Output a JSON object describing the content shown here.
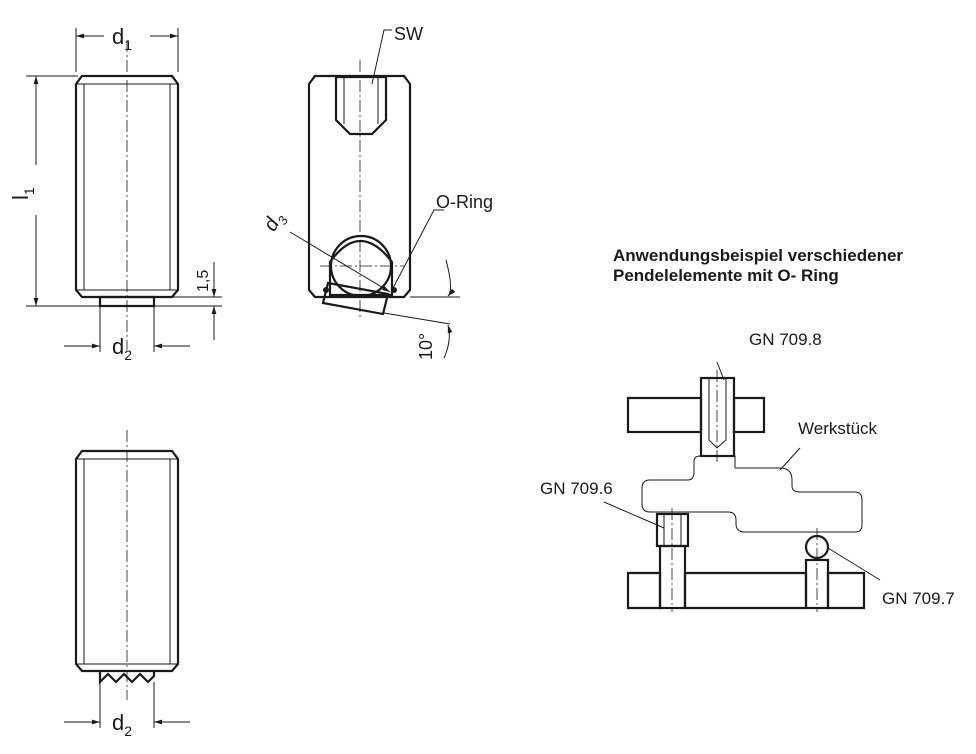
{
  "labels": {
    "d1": "d",
    "d1_sub": "1",
    "l1": "l",
    "l1_sub": "1",
    "d2_top": "d",
    "d2_top_sub": "2",
    "d2_bottom": "d",
    "d2_bottom_sub": "2",
    "dim_1_5": "1,5",
    "sw": "SW",
    "d3": "d",
    "d3_sub": "3",
    "o_ring": "O-Ring",
    "angle_10": "10°"
  },
  "application": {
    "title_line1": "Anwendungsbeispiel verschiedener",
    "title_line2": "Pendelelemente mit O- Ring",
    "gn_709_8": "GN 709.8",
    "werkstueck": "Werkstück",
    "gn_709_6": "GN 709.6",
    "gn_709_7": "GN 709.7"
  }
}
